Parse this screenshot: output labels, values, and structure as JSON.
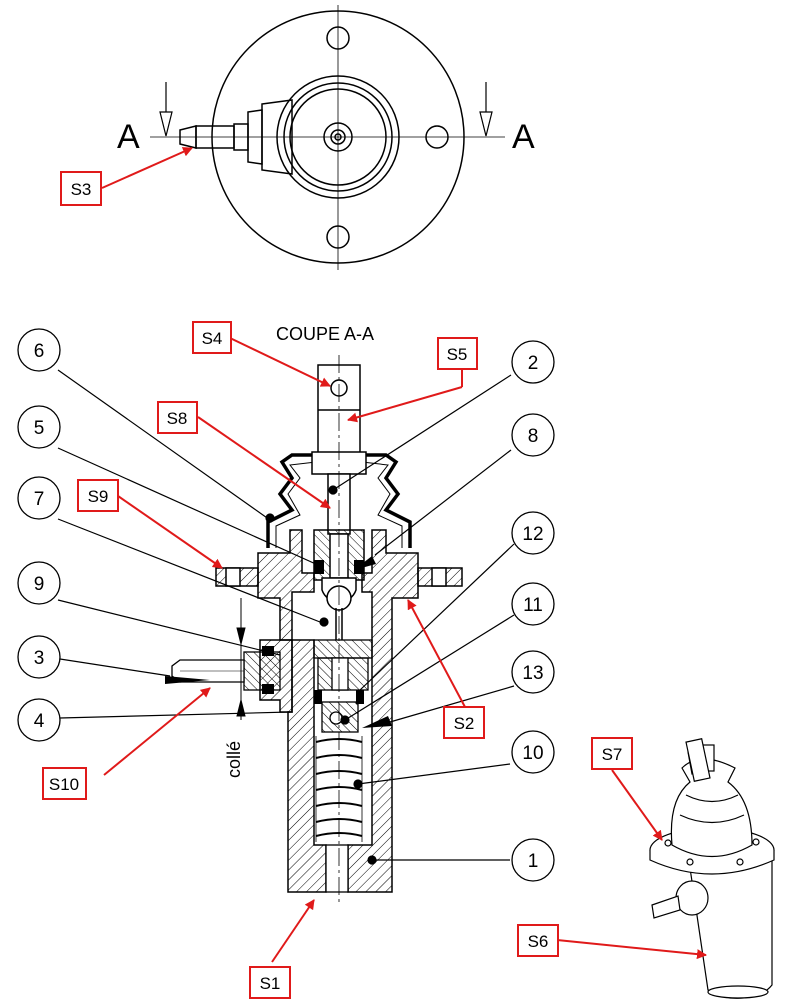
{
  "top_view": {
    "section_left": "A",
    "section_right": "A"
  },
  "section_title": "COUPE A-A",
  "colle_label": "collé",
  "surface_labels": [
    "S1",
    "S2",
    "S3",
    "S4",
    "S5",
    "S6",
    "S7",
    "S8",
    "S9",
    "S10"
  ],
  "part_numbers": [
    "1",
    "2",
    "3",
    "4",
    "5",
    "6",
    "7",
    "8",
    "9",
    "10",
    "11",
    "12",
    "13"
  ],
  "colors": {
    "label_red": "#e01a1a",
    "line": "#000000",
    "hatch": "#000000"
  }
}
